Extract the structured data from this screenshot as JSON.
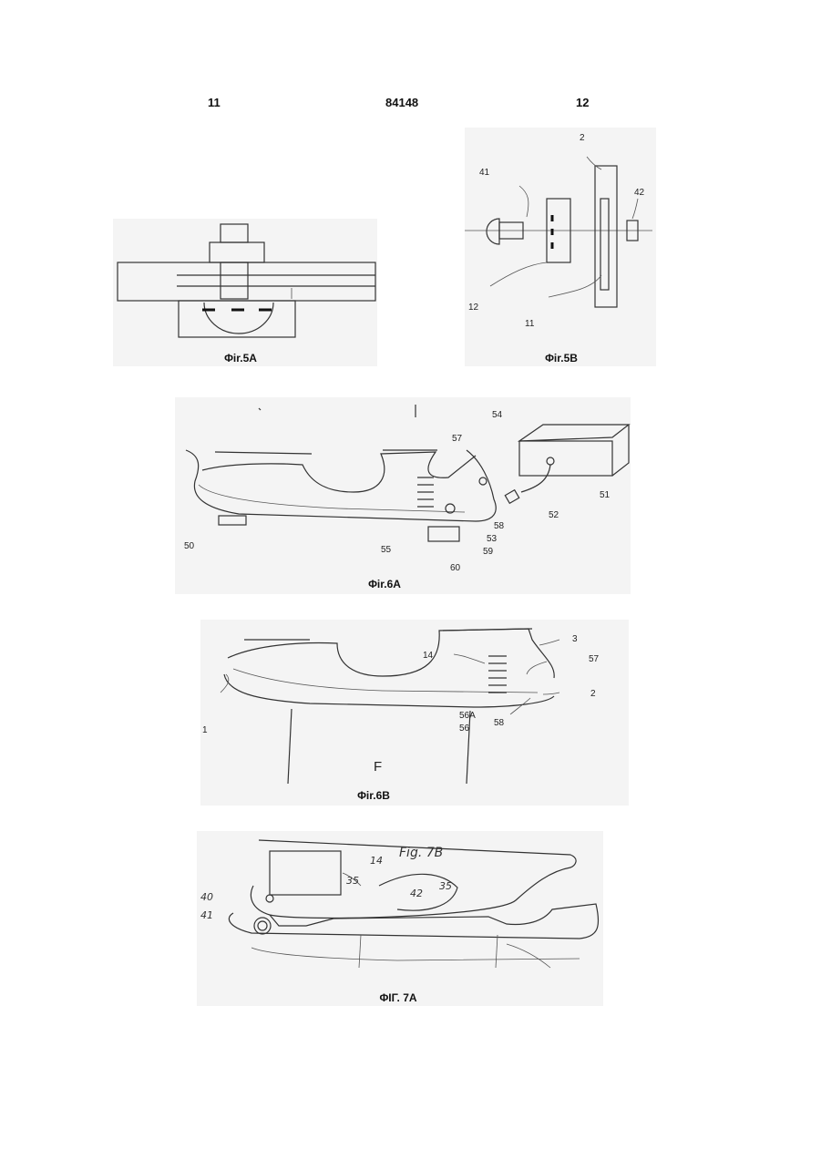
{
  "header": {
    "left": "11",
    "center": "84148",
    "right": "12"
  },
  "figures": {
    "fig5a": {
      "caption": "Φir.5A"
    },
    "fig5b": {
      "caption": "Φir.5B",
      "labels": {
        "l41": "41",
        "l2": "2",
        "l42": "42",
        "l12": "12",
        "l11": "11"
      }
    },
    "fig6a": {
      "caption": "Φir.6A",
      "labels": {
        "l54": "54",
        "l57": "57",
        "l51": "51",
        "l52": "52",
        "l58": "58",
        "l53": "53",
        "l59": "59",
        "l55": "55",
        "l60": "60",
        "l50": "50"
      }
    },
    "fig6b": {
      "caption": "Φir.6B",
      "labels": {
        "l3": "3",
        "l14": "14",
        "l57": "57",
        "l2": "2",
        "l56a": "56A",
        "l56": "56",
        "l58": "58",
        "l1": "1",
        "fragment": "F"
      }
    },
    "fig7a": {
      "caption": "ΦΙΓ. 7A",
      "labels": {
        "fig7b": "Fig. 7B",
        "l14": "14",
        "l35a": "35",
        "l35b": "35",
        "l42": "42",
        "l40": "40",
        "l41": "41"
      }
    }
  }
}
